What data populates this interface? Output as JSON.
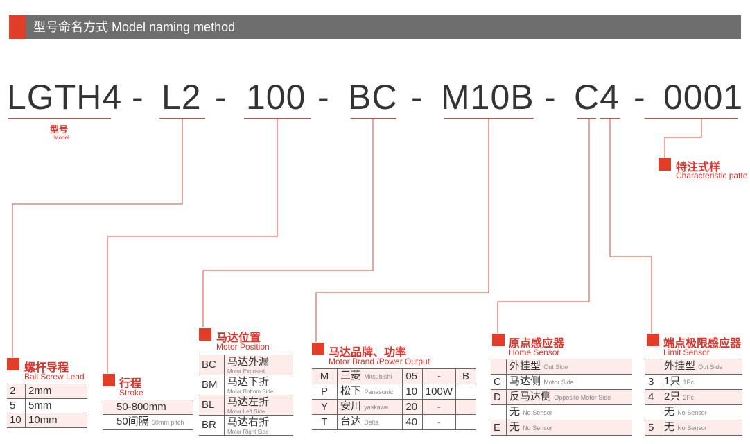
{
  "header": {
    "title": "型号命名方式  Model naming method"
  },
  "code": {
    "seg1": "LGTH4",
    "d1": "-",
    "seg2": "L2",
    "d2": "-",
    "seg3": "100",
    "d3": "-",
    "seg4": "BC",
    "d4": "-",
    "seg5": "M10B",
    "d5": "-",
    "seg6": "C4",
    "d6": "-",
    "seg7": "0001"
  },
  "model_label": {
    "cn": "型号",
    "en": "Model"
  },
  "characteristic": {
    "cn": "特注式样",
    "en": "Characteristic patte"
  },
  "lead": {
    "cn": "螺杆导程",
    "en": "Ball Screw Lead",
    "rows": [
      {
        "code": "2",
        "value": "2mm"
      },
      {
        "code": "5",
        "value": "5mm"
      },
      {
        "code": "10",
        "value": "10mm"
      }
    ]
  },
  "stroke": {
    "cn": "行程",
    "en": "Stroke",
    "rows": [
      {
        "value": "50-800mm",
        "note": ""
      },
      {
        "value": "50间隔",
        "note": "50mm pitch"
      }
    ]
  },
  "motor_position": {
    "cn": "马达位置",
    "en": "Motor Position",
    "rows": [
      {
        "code": "BC",
        "cn": "马达外漏",
        "en": "Motor Exposed"
      },
      {
        "code": "BM",
        "cn": "马达下折",
        "en": "Motor Bottom Side"
      },
      {
        "code": "BL",
        "cn": "马达左折",
        "en": "Motor Left Side"
      },
      {
        "code": "BR",
        "cn": "马达右折",
        "en": "Motor Right Side"
      }
    ]
  },
  "motor_brand": {
    "cn": "马达品牌、功率",
    "en": "Motor Brand /Power Output",
    "rows": [
      {
        "code": "M",
        "cn": "三菱",
        "en": "Mitsubishi",
        "p": "05",
        "w": "-",
        "b": "B"
      },
      {
        "code": "P",
        "cn": "松下",
        "en": "Panasonic",
        "p": "10",
        "w": "100W",
        "b": ""
      },
      {
        "code": "Y",
        "cn": "安川",
        "en": "yaskawa",
        "p": "20",
        "w": "-",
        "b": ""
      },
      {
        "code": "T",
        "cn": "台达",
        "en": "Delta",
        "p": "40",
        "w": "-",
        "b": ""
      }
    ]
  },
  "home_sensor": {
    "cn": "原点感应器",
    "en": "Home Sensor",
    "rows": [
      {
        "code": "",
        "cn": "外挂型",
        "en": "Out Side"
      },
      {
        "code": "C",
        "cn": "马达侧",
        "en": "Motor Side"
      },
      {
        "code": "D",
        "cn": "反马达侧",
        "en": "Opposite Motor Side"
      },
      {
        "code": "",
        "cn": "无",
        "en": "No Sensor"
      },
      {
        "code": "E",
        "cn": "无",
        "en": "No Sensor"
      }
    ]
  },
  "limit_sensor": {
    "cn": "端点极限感应器",
    "en": "Limit Sensor",
    "rows": [
      {
        "code": "",
        "cn": "外挂型",
        "en": "Out Side"
      },
      {
        "code": "3",
        "cn": "1只",
        "en": "1Pc"
      },
      {
        "code": "4",
        "cn": "2只",
        "en": "2Pc"
      },
      {
        "code": "",
        "cn": "无",
        "en": "No Sensor"
      },
      {
        "code": "5",
        "cn": "无",
        "en": "No Sensor"
      }
    ]
  },
  "colors": {
    "accent": "#e23d28",
    "header": "#6e6e6e",
    "line": "#d94a3c"
  }
}
